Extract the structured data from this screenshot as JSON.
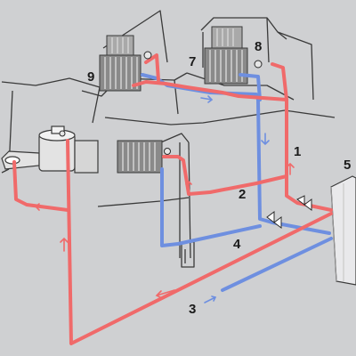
{
  "labels": {
    "l1": "1",
    "l2": "2",
    "l3": "3",
    "l4": "4",
    "l5": "5",
    "l7": "7",
    "l8": "8",
    "l9": "9"
  },
  "colors": {
    "background": "#cfd0d2",
    "wall_line": "#3a3a3a",
    "supply_pipe": "#f06a6a",
    "return_pipe": "#6e8fe0",
    "radiator": "#6f6f6f",
    "boiler": "#e9e9eb"
  }
}
